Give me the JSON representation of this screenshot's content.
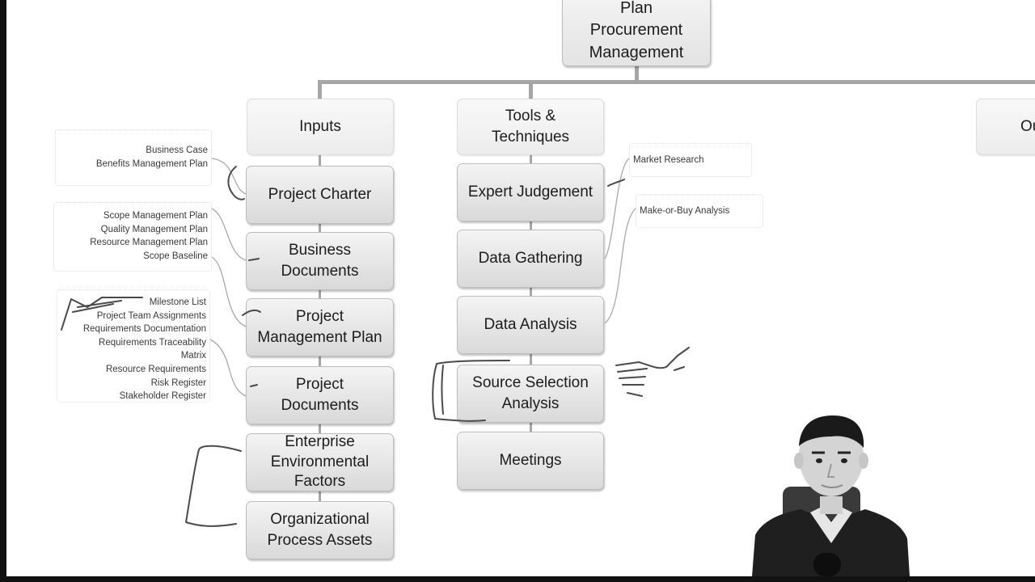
{
  "diagram": {
    "top": {
      "label": "Plan\nProcurement\nManagement"
    },
    "columns": {
      "inputs": {
        "header": "Inputs",
        "items": [
          "Project Charter",
          "Business\nDocuments",
          "Project\nManagement Plan",
          "Project\nDocuments",
          "Enterprise\nEnvironmental\nFactors",
          "Organizational\nProcess Assets"
        ]
      },
      "tools": {
        "header": "Tools &\nTechniques",
        "items": [
          "Expert Judgement",
          "Data Gathering",
          "Data Analysis",
          "Source Selection\nAnalysis",
          "Meetings"
        ]
      },
      "outputs": {
        "header": "Ou"
      }
    },
    "notes": {
      "charter": [
        "Business Case",
        "Benefits Management Plan"
      ],
      "pm_plan": [
        "Scope Management Plan",
        "Quality Management Plan",
        "Resource Management Plan",
        "Scope Baseline"
      ],
      "project_docs": [
        "Milestone List",
        "Project Team Assignments",
        "Requirements Documentation",
        "Requirements Traceability",
        "Matrix",
        "Resource Requirements",
        "Risk Register",
        "Stakeholder Register"
      ],
      "data_gathering": "Market Research",
      "data_analysis": "Make-or-Buy Analysis"
    }
  },
  "colors": {
    "connector": "#a6a6a6",
    "box_fill_top": "#f4f4f4",
    "box_fill_bottom": "#d9d9d9",
    "pen": "#4a4a4a"
  }
}
